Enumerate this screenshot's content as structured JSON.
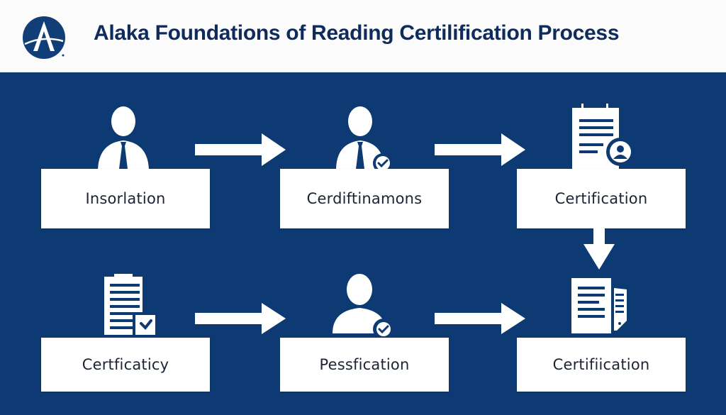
{
  "header": {
    "title": "Alaka Foundations of Reading Certilification Process",
    "logo_icon": "a-peak-circle-logo-icon"
  },
  "colors": {
    "panel_background": "#0e3a73",
    "title_text": "#0f2b5b",
    "box_background": "#ffffff",
    "box_text": "#1c2433",
    "arrow": "#ffffff"
  },
  "steps": [
    {
      "label": "Insorlation",
      "icon": "person-with-tie-icon"
    },
    {
      "label": "Cerdiftinamons",
      "icon": "person-with-tie-check-icon"
    },
    {
      "label": "Certification",
      "icon": "notepad-user-pin-icon"
    },
    {
      "label": "Certficaticy",
      "icon": "clipboard-check-icon"
    },
    {
      "label": "Pessfication",
      "icon": "person-check-icon"
    },
    {
      "label": "Certifiication",
      "icon": "documents-icon"
    }
  ],
  "connectors": [
    {
      "from": 0,
      "to": 1,
      "direction": "right"
    },
    {
      "from": 1,
      "to": 2,
      "direction": "right"
    },
    {
      "from": 2,
      "to": 5,
      "direction": "down"
    },
    {
      "from": 3,
      "to": 4,
      "direction": "right"
    },
    {
      "from": 4,
      "to": 5,
      "direction": "right"
    }
  ]
}
